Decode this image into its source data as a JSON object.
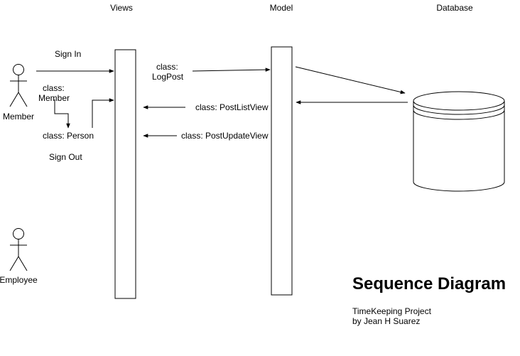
{
  "columns": {
    "views": "Views",
    "model": "Model",
    "database": "Database"
  },
  "actors": {
    "member": "Member",
    "employee": "Employee"
  },
  "messages": {
    "sign_in": "Sign In",
    "class_member": [
      "class:",
      "Member"
    ],
    "class_person": "class: Person",
    "sign_out": "Sign Out",
    "class_logpost": [
      "class:",
      "LogPost"
    ],
    "post_list_view": "class: PostListView",
    "post_update_view": "class: PostUpdateView"
  },
  "title": "Sequence Diagram",
  "subtitle": [
    "TimeKeeping Project",
    "by Jean H Suarez"
  ]
}
